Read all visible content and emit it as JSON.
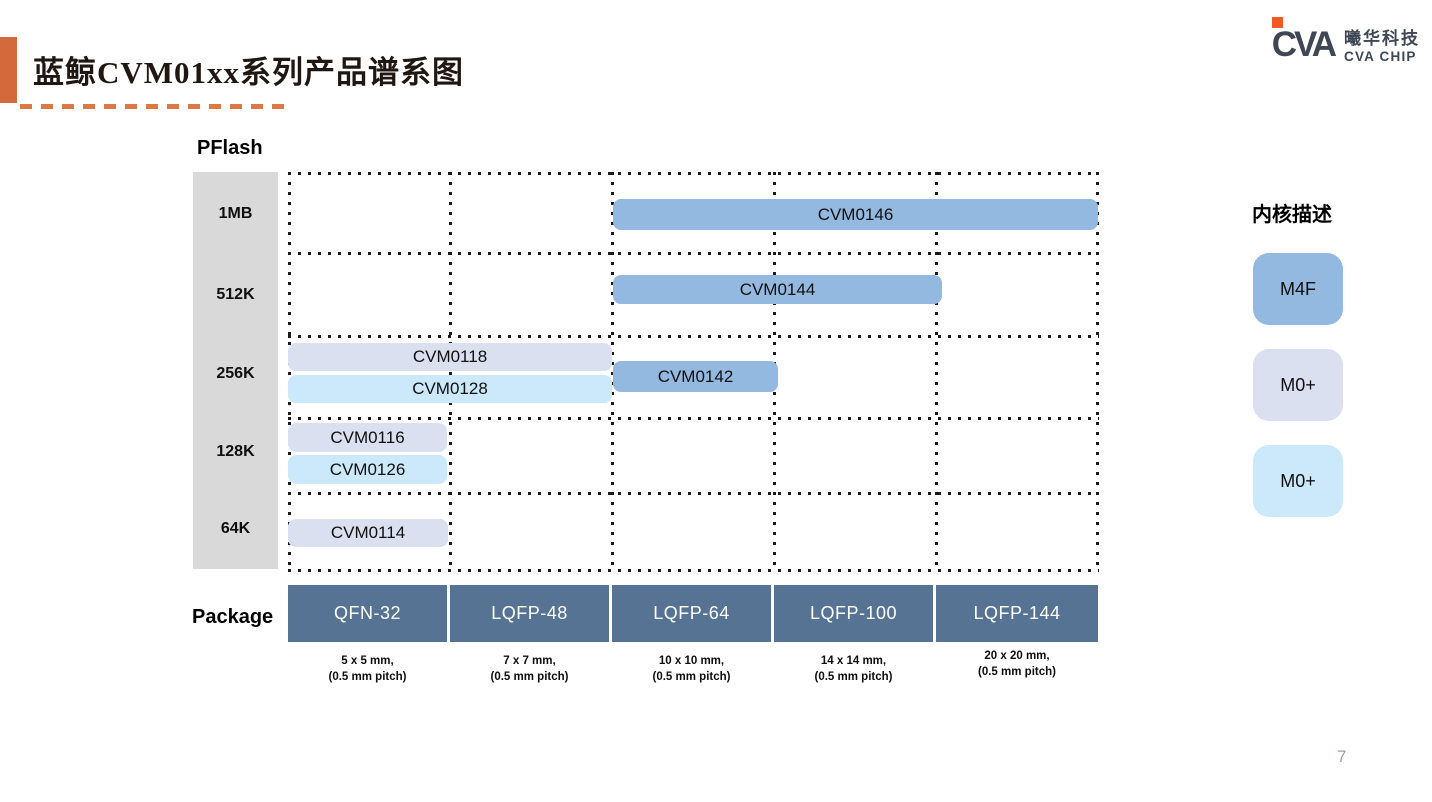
{
  "slide": {
    "title": "蓝鲸CVM01xx系列产品谱系图",
    "page_number": "7"
  },
  "logo": {
    "mark": "CVA",
    "company_cn": "曦华科技",
    "company_en": "CVA CHIP"
  },
  "chart": {
    "y_axis_label": "PFlash",
    "x_axis_label": "Package",
    "flash_sizes": [
      "1MB",
      "512K",
      "256K",
      "128K",
      "64K"
    ],
    "packages": [
      {
        "name": "QFN-32",
        "dimensions": "5 x 5 mm,",
        "pitch": "(0.5 mm pitch)"
      },
      {
        "name": "LQFP-48",
        "dimensions": "7 x 7 mm,",
        "pitch": "(0.5 mm pitch)"
      },
      {
        "name": "LQFP-64",
        "dimensions": "10 x 10 mm,",
        "pitch": "(0.5 mm pitch)"
      },
      {
        "name": "LQFP-100",
        "dimensions": "14 x 14 mm,",
        "pitch": "(0.5 mm pitch)"
      },
      {
        "name": "LQFP-144",
        "dimensions": "20 x 20 mm,",
        "pitch": "(0.5 mm pitch)"
      }
    ]
  },
  "legend": {
    "title": "内核描述",
    "items": [
      {
        "label": "M4F",
        "color": "#93B9E0"
      },
      {
        "label": "M0+",
        "color": "#DBE0F1"
      },
      {
        "label": "M0+",
        "color": "#CBE9FA"
      }
    ]
  },
  "colors": {
    "accent_orange": "#D4693B",
    "logo_orange": "#F15A24",
    "logo_gray": "#3F4654",
    "package_header_blue": "#567394",
    "pflash_column_gray": "#D9D9D9",
    "core_m4f_blue": "#93B9E0",
    "core_m0p_lavender": "#DBE0F1",
    "core_m0p_cyan": "#CBE9FA"
  },
  "chart_data": {
    "type": "table",
    "title": "蓝鲸CVM01xx系列产品谱系图",
    "x_axis_label": "Package",
    "y_axis_label": "PFlash",
    "x_categories": [
      "QFN-32",
      "LQFP-48",
      "LQFP-64",
      "LQFP-100",
      "LQFP-144"
    ],
    "y_categories": [
      "1MB",
      "512K",
      "256K",
      "128K",
      "64K"
    ],
    "legend_position": "right",
    "grid": "dotted",
    "products": [
      {
        "name": "CVM0146",
        "core": "M4F",
        "pflash": "1MB",
        "packages": [
          "LQFP-64",
          "LQFP-100",
          "LQFP-144"
        ]
      },
      {
        "name": "CVM0144",
        "core": "M4F",
        "pflash": "512K",
        "packages": [
          "LQFP-64",
          "LQFP-100"
        ]
      },
      {
        "name": "CVM0118",
        "core": "M0+",
        "pflash": "256K",
        "packages": [
          "QFN-32",
          "LQFP-48"
        ]
      },
      {
        "name": "CVM0128",
        "core": "M0+",
        "pflash": "256K",
        "packages": [
          "QFN-32",
          "LQFP-48"
        ]
      },
      {
        "name": "CVM0142",
        "core": "M4F",
        "pflash": "256K",
        "packages": [
          "LQFP-64"
        ]
      },
      {
        "name": "CVM0116",
        "core": "M0+",
        "pflash": "128K",
        "packages": [
          "QFN-32"
        ]
      },
      {
        "name": "CVM0126",
        "core": "M0+",
        "pflash": "128K",
        "packages": [
          "QFN-32"
        ]
      },
      {
        "name": "CVM0114",
        "core": "M0+",
        "pflash": "64K",
        "packages": [
          "QFN-32"
        ]
      }
    ]
  }
}
